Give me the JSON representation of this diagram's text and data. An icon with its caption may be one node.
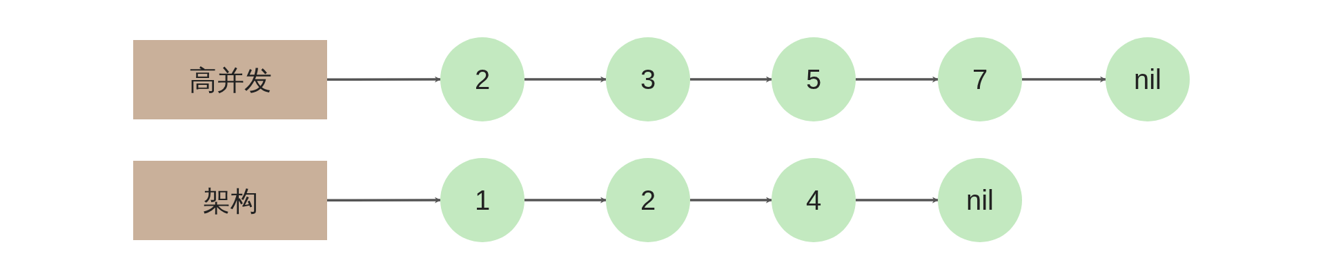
{
  "diagram": {
    "nodes": [
      {
        "text": [
          "高并发"
        ]
      },
      {
        "text": [
          "2"
        ]
      },
      {
        "text": [
          "3"
        ]
      },
      {
        "text": [
          "5"
        ]
      },
      {
        "text": [
          "7"
        ]
      },
      {
        "text": [
          "nil"
        ]
      },
      {
        "text": [
          "架构"
        ]
      },
      {
        "text": [
          "1"
        ]
      },
      {
        "text": [
          "2"
        ]
      },
      {
        "text": [
          "4"
        ]
      },
      {
        "text": [
          "nil"
        ]
      }
    ],
    "edges": [
      {
        "from": 0,
        "to": 1,
        "arrow": "to"
      },
      {
        "from": 1,
        "to": 2,
        "arrow": "to"
      },
      {
        "from": 2,
        "to": 3,
        "arrow": "to"
      },
      {
        "from": 3,
        "to": 4,
        "arrow": "to"
      },
      {
        "from": 4,
        "to": 5,
        "arrow": "to"
      },
      {
        "from": 6,
        "to": 7,
        "arrow": "to"
      },
      {
        "from": 7,
        "to": 8,
        "arrow": "to"
      },
      {
        "from": 8,
        "to": 9,
        "arrow": "to"
      },
      {
        "from": 9,
        "to": 10,
        "arrow": "to"
      }
    ]
  }
}
